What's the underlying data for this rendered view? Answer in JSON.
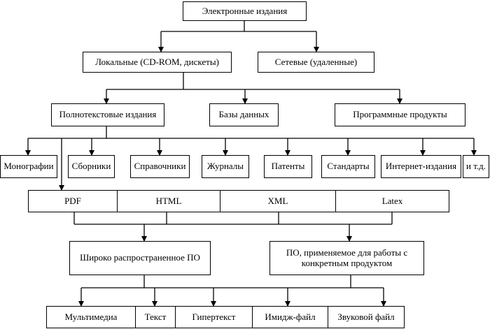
{
  "root": "Электронные издания",
  "level1": {
    "local": "Локальные (CD-ROM, дискеты)",
    "network": "Сетевые (удаленные)"
  },
  "level2": {
    "fulltext": "Полнотекстовые издания",
    "databases": "Базы данных",
    "software": "Программные продукты"
  },
  "categories": [
    "Монографии",
    "Сборники",
    "Справочники",
    "Журналы",
    "Патенты",
    "Стандарты",
    "Интернет-издания",
    "и т.д."
  ],
  "formats": [
    "PDF",
    "HTML",
    "XML",
    "Latex"
  ],
  "software_types": {
    "common": "Широко распространенное ПО",
    "specific": "ПО, применяемое для работы с конкретным продуктом"
  },
  "file_types": [
    "Мультимедиа",
    "Текст",
    "Гипертекст",
    "Имидж-файл",
    "Звуковой файл"
  ]
}
